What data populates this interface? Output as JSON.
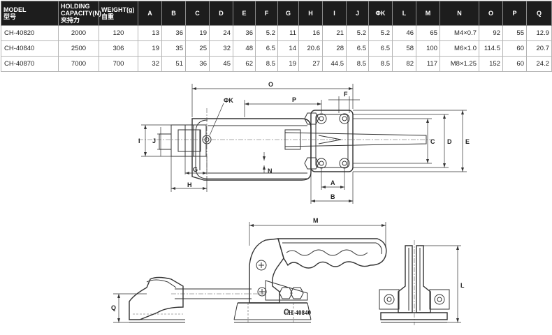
{
  "table": {
    "headers": [
      {
        "en": "MODEL",
        "cn": "型号"
      },
      {
        "en": "HOLDING CAPACITY(N)",
        "cn": "夹持力"
      },
      {
        "en": "WEIGHT(g)",
        "cn": "自重"
      },
      {
        "en": "A",
        "cn": ""
      },
      {
        "en": "B",
        "cn": ""
      },
      {
        "en": "C",
        "cn": ""
      },
      {
        "en": "D",
        "cn": ""
      },
      {
        "en": "E",
        "cn": ""
      },
      {
        "en": "F",
        "cn": ""
      },
      {
        "en": "G",
        "cn": ""
      },
      {
        "en": "H",
        "cn": ""
      },
      {
        "en": "I",
        "cn": ""
      },
      {
        "en": "J",
        "cn": ""
      },
      {
        "en": "ΦK",
        "cn": ""
      },
      {
        "en": "L",
        "cn": ""
      },
      {
        "en": "M",
        "cn": ""
      },
      {
        "en": "N",
        "cn": ""
      },
      {
        "en": "O",
        "cn": ""
      },
      {
        "en": "P",
        "cn": ""
      },
      {
        "en": "Q",
        "cn": ""
      }
    ],
    "rows": [
      [
        "CH-40820",
        "2000",
        "120",
        "13",
        "36",
        "19",
        "24",
        "36",
        "5.2",
        "11",
        "16",
        "21",
        "5.2",
        "5.2",
        "46",
        "65",
        "M4×0.7",
        "92",
        "55",
        "12.9"
      ],
      [
        "CH-40840",
        "2500",
        "306",
        "19",
        "35",
        "25",
        "32",
        "48",
        "6.5",
        "14",
        "20.6",
        "28",
        "6.5",
        "6.5",
        "58",
        "100",
        "M6×1.0",
        "114.5",
        "60",
        "20.7"
      ],
      [
        "CH-40870",
        "7000",
        "700",
        "32",
        "51",
        "36",
        "45",
        "62",
        "8.5",
        "19",
        "27",
        "44.5",
        "8.5",
        "8.5",
        "82",
        "117",
        "M8×1.25",
        "152",
        "60",
        "24.2"
      ]
    ]
  },
  "drawing": {
    "labels": {
      "O": "O",
      "P": "P",
      "F": "F",
      "K": "ΦK",
      "I": "I",
      "J": "J",
      "G": "G",
      "H": "H",
      "N": "N",
      "A": "A",
      "B": "B",
      "C": "C",
      "D": "D",
      "E": "E",
      "M": "M",
      "Q": "Q",
      "L": "L"
    },
    "part_mark": "CH-40840"
  }
}
